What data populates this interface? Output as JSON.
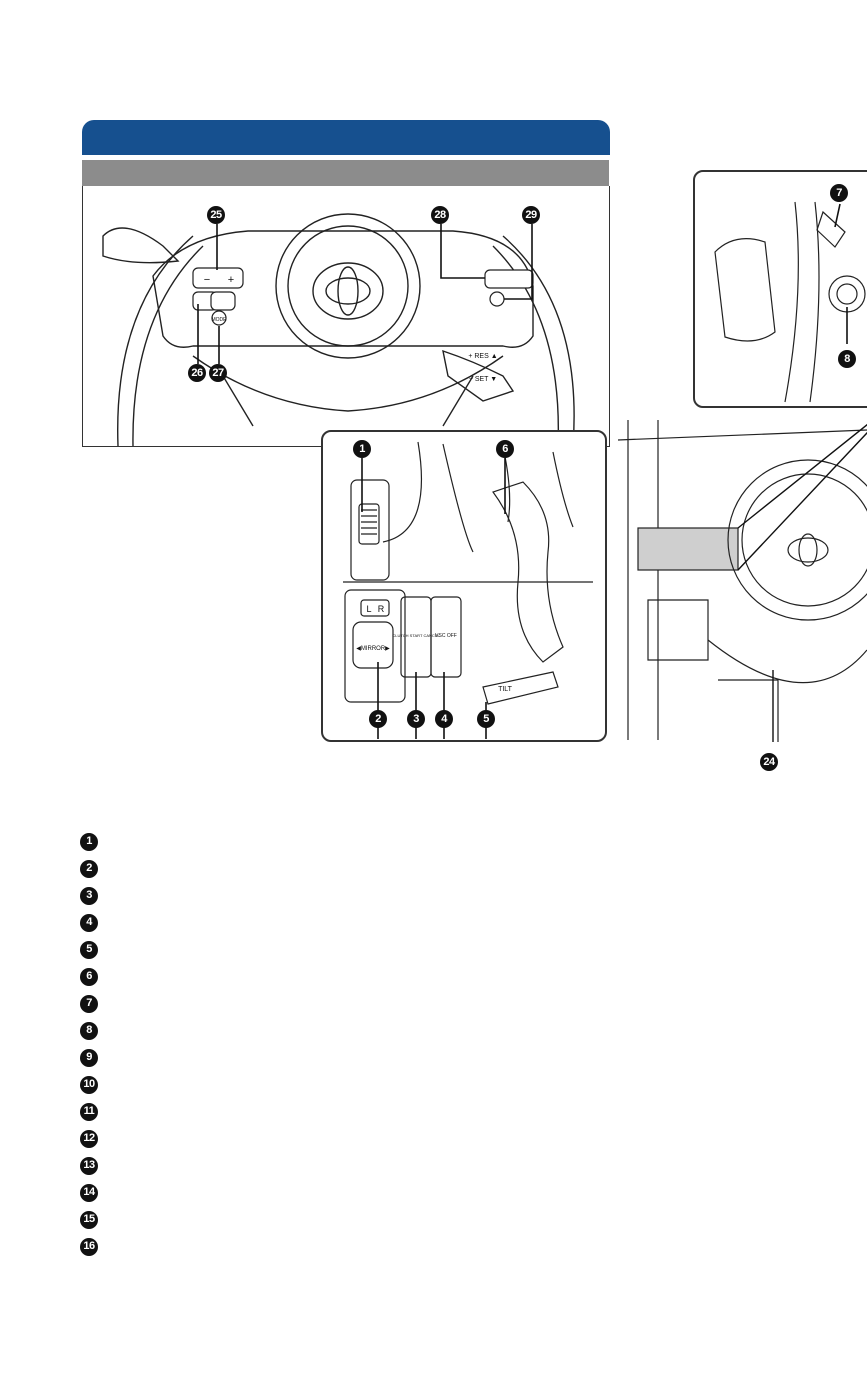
{
  "wheel_panel": {
    "callouts": [
      "25",
      "26",
      "27",
      "28",
      "29"
    ],
    "switch_labels": {
      "mode": "MODE",
      "vol_minus": "−",
      "vol_plus": "+",
      "res": "+ RES ▲",
      "set": "− SET ▼"
    }
  },
  "lower_panel": {
    "callouts": [
      "1",
      "2",
      "3",
      "4",
      "5",
      "6"
    ],
    "switch_labels": {
      "l": "L",
      "r": "R",
      "mirror": "◀MIRROR▶",
      "clutch": "CLUTCH START CANCEL",
      "vsc": "VSC OFF",
      "tilt": "TILT"
    }
  },
  "ignition_panel": {
    "callouts": [
      "7",
      "8"
    ]
  },
  "dash": {
    "callouts": [
      "24"
    ]
  },
  "legend": {
    "items": [
      "1",
      "2",
      "3",
      "4",
      "5",
      "6",
      "7",
      "8",
      "9",
      "10",
      "11",
      "12",
      "13",
      "14",
      "15",
      "16"
    ]
  },
  "colors": {
    "banner": "#16508f",
    "band": "#8c8c8c",
    "ink": "#111111"
  }
}
